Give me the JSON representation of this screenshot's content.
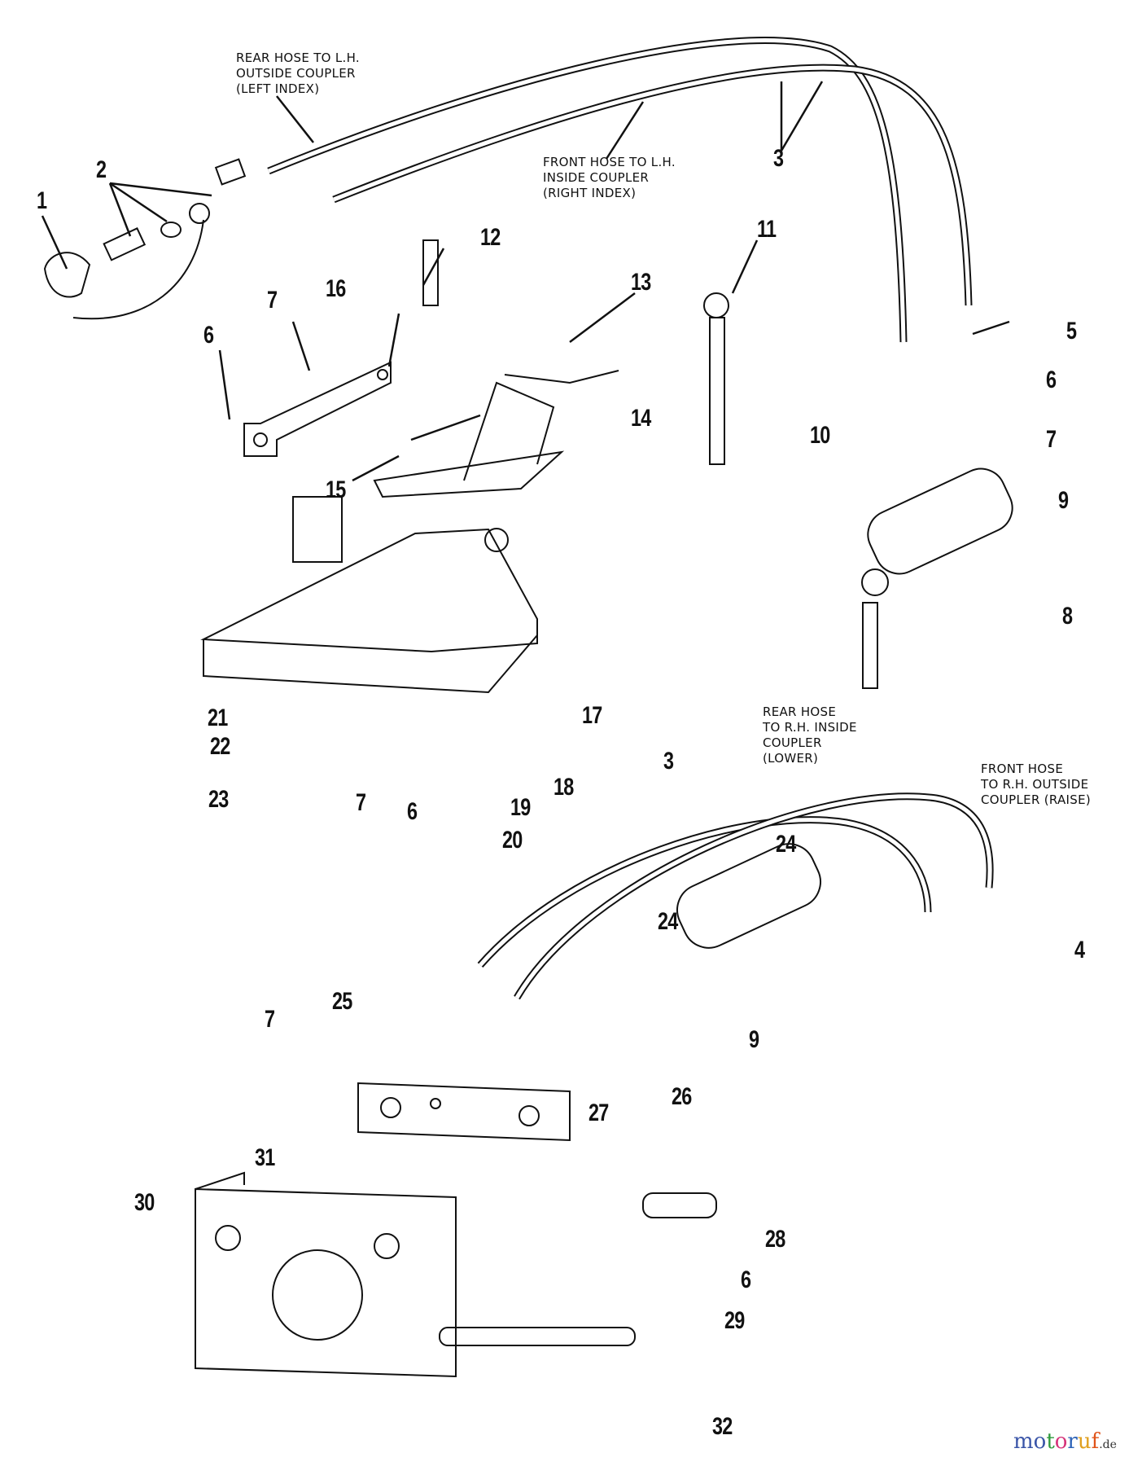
{
  "diagram": {
    "type": "exploded parts diagram",
    "part_labels": [
      "1",
      "2",
      "3",
      "3",
      "4",
      "5",
      "6",
      "6",
      "6",
      "6",
      "7",
      "7",
      "7",
      "7",
      "8",
      "9",
      "9",
      "10",
      "11",
      "12",
      "13",
      "14",
      "15",
      "16",
      "17",
      "18",
      "19",
      "20",
      "21",
      "22",
      "23",
      "24",
      "24",
      "25",
      "26",
      "27",
      "28",
      "29",
      "30",
      "31",
      "32"
    ],
    "notes": {
      "rear_lh": "REAR HOSE TO L.H.\nOUTSIDE COUPLER\n(LEFT INDEX)",
      "front_lh": "FRONT HOSE TO L.H.\nINSIDE COUPLER\n(RIGHT INDEX)",
      "rear_rh": "REAR HOSE\nTO R.H. INSIDE\nCOUPLER\n(LOWER)",
      "front_rh": "FRONT HOSE\nTO R.H. OUTSIDE\nCOUPLER (RAISE)"
    }
  },
  "watermark": {
    "letters": [
      "m",
      "o",
      "t",
      "o",
      "r",
      "u",
      "f"
    ],
    "colors": [
      "#3a55a8",
      "#3a55a8",
      "#2e9a3c",
      "#d6337a",
      "#2e64b8",
      "#e0a020",
      "#e0541a"
    ],
    "suffix": ".de"
  }
}
